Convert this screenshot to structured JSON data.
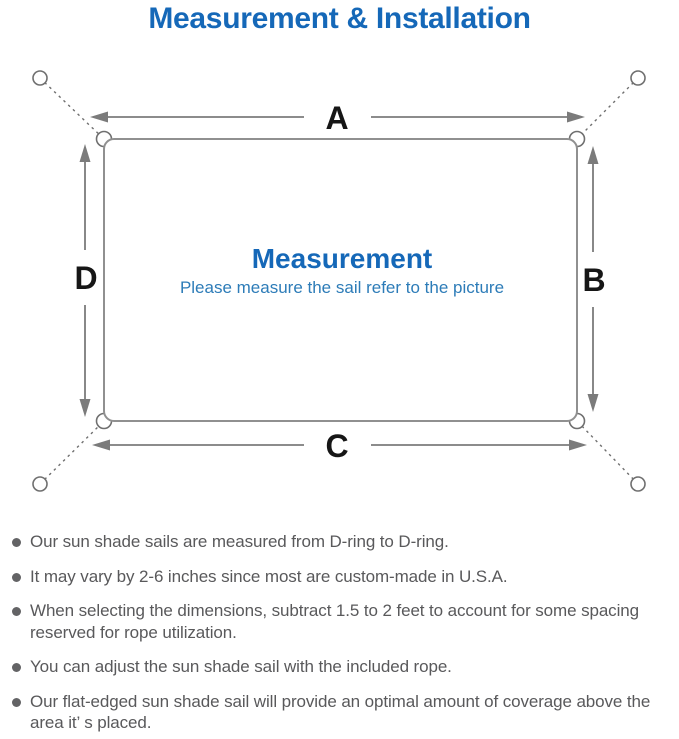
{
  "title": "Measurement & Installation",
  "colors": {
    "title_blue": "#1568b8",
    "subtitle_blue": "#2d7cb8",
    "text_gray": "#59595b",
    "line_gray": "#7b7b7b",
    "ring_gray": "#6f6f6f",
    "sail_stroke": "#909090",
    "label_black": "#161616"
  },
  "diagram": {
    "edge_labels": {
      "top": "A",
      "right": "B",
      "bottom": "C",
      "left": "D"
    },
    "center_heading": "Measurement",
    "center_subtitle": "Please measure the sail refer to the picture"
  },
  "notes": [
    "Our sun shade sails are measured from D-ring to D-ring.",
    "It may vary by 2-6 inches since most are custom-made in U.S.A.",
    "When selecting the dimensions, subtract 1.5 to 2 feet to account for some spacing reserved for rope utilization.",
    "You can adjust the sun shade sail with the included rope.",
    "Our flat-edged sun shade sail will provide an optimal amount of coverage above the area it’ s placed."
  ]
}
